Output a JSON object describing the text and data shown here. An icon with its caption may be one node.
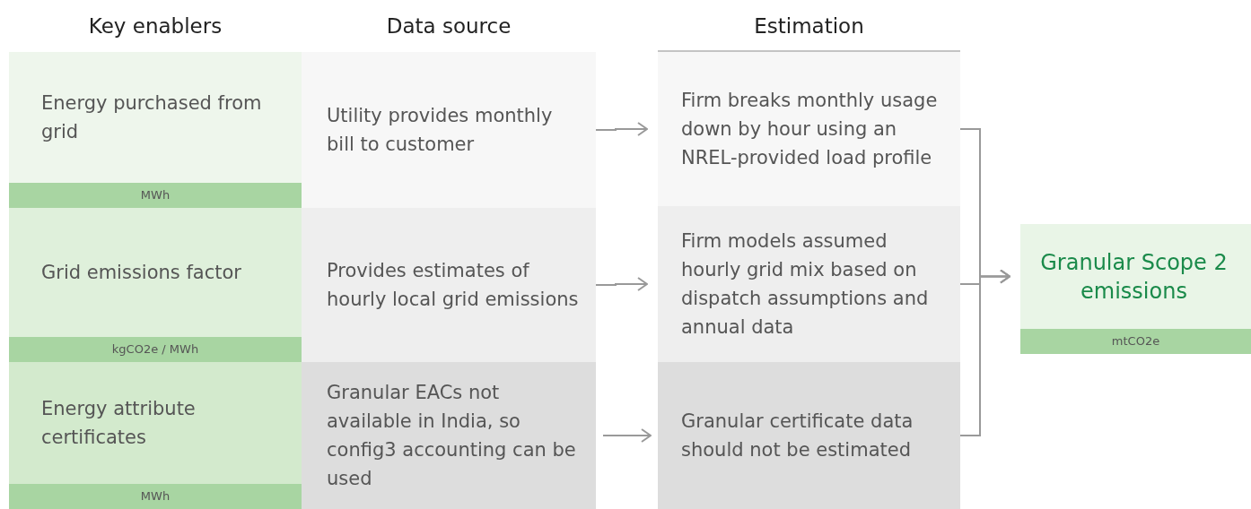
{
  "diagram": {
    "nodes": [
      {
        "text": [
          "Energy purchased from grid",
          "MWh"
        ]
      },
      {
        "text": [
          "Utility provides monthly bill to customer"
        ]
      },
      {
        "text": [
          "Firm breaks monthly usage down by hour using an NREL-provided load profile"
        ]
      },
      {
        "text": [
          "Grid emissions factor",
          "kgCO2e / MWh"
        ]
      },
      {
        "text": [
          "Provides estimates of hourly local grid emissions"
        ]
      },
      {
        "text": [
          "Firm models assumed hourly grid mix based on dispatch assumptions and annual data"
        ]
      },
      {
        "text": [
          "Energy attribute certificates",
          "MWh"
        ]
      },
      {
        "text": [
          "Granular EACs not available in India, so config3 accounting can be used"
        ]
      },
      {
        "text": [
          "Granular certificate data should not be estimated"
        ]
      },
      {
        "text": [
          "Granular Scope 2 emissions",
          "mtCO2e"
        ]
      }
    ],
    "edges": [
      {
        "from": 1,
        "to": 2,
        "arrow": "to"
      },
      {
        "from": 4,
        "to": 5,
        "arrow": "to"
      },
      {
        "from": 7,
        "to": 8,
        "arrow": "to"
      },
      {
        "from": 2,
        "to": 9,
        "arrow": "to"
      },
      {
        "from": 5,
        "to": 9,
        "arrow": "to"
      },
      {
        "from": 8,
        "to": 9,
        "arrow": "to"
      }
    ],
    "labels": [
      "Key enablers",
      "Data source",
      "Estimation"
    ]
  }
}
